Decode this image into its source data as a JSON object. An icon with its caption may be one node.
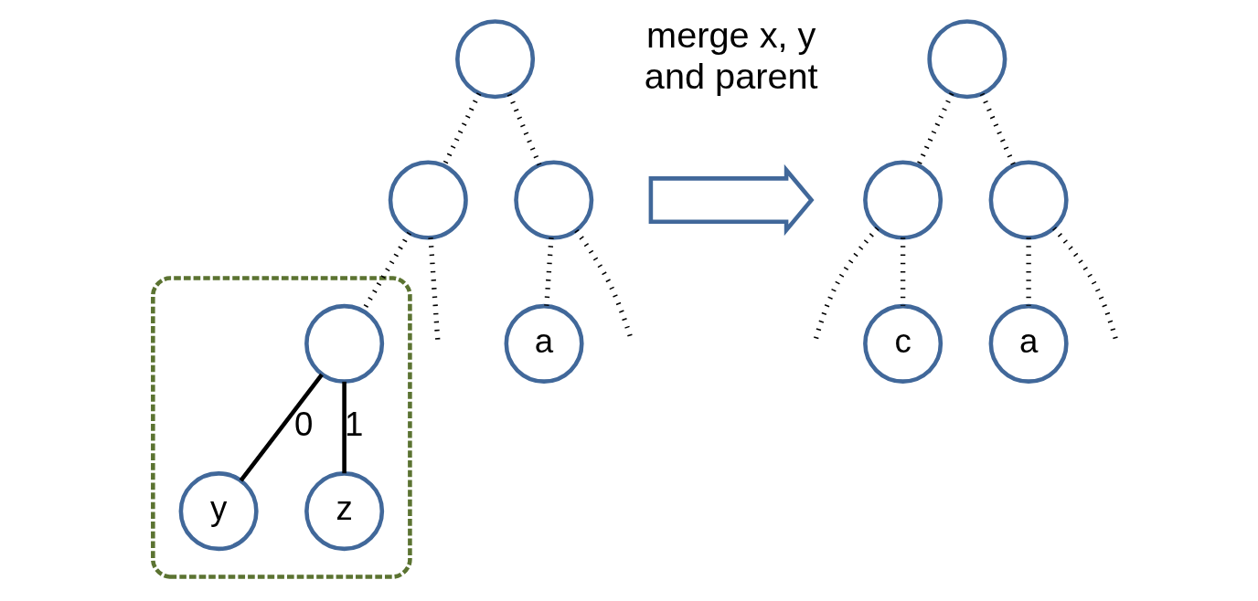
{
  "diagram": {
    "nodes": [
      {
        "text": [],
        "shape": "circle"
      },
      {
        "text": [],
        "shape": "circle"
      },
      {
        "text": [],
        "shape": "circle"
      },
      {
        "text": [
          "a"
        ]
      },
      {
        "text": [],
        "shape": "box"
      },
      {
        "text": [],
        "shape": "circle",
        "in": 4
      },
      {
        "text": [
          "y"
        ],
        "in": 4
      },
      {
        "text": [
          "z"
        ],
        "in": 4
      },
      {
        "text": [],
        "shape": "arrow"
      },
      {
        "text": [],
        "shape": "circle"
      },
      {
        "text": [],
        "shape": "circle"
      },
      {
        "text": [],
        "shape": "circle"
      },
      {
        "text": [
          "a"
        ]
      },
      {
        "text": [
          "c"
        ]
      }
    ],
    "edges": [
      {
        "from": 0,
        "to": 1,
        "arrow": "none",
        "style": "dashed"
      },
      {
        "from": 0,
        "to": 2,
        "arrow": "none",
        "style": "dashed"
      },
      {
        "from": 1,
        "to": 3,
        "arrow": "none",
        "style": "dashed"
      },
      {
        "from": 1,
        "to": null,
        "arrow": "none",
        "style": "dashed"
      },
      {
        "from": 2,
        "to": null,
        "arrow": "none",
        "style": "dashed"
      },
      {
        "from": 2,
        "to": 5,
        "arrow": "none",
        "style": "dashed"
      },
      {
        "from": 5,
        "to": 6,
        "arrow": "none",
        "label": "0"
      },
      {
        "from": 5,
        "to": 7,
        "arrow": "none",
        "label": "1"
      },
      {
        "from": 9,
        "to": 10,
        "arrow": "none",
        "style": "dashed"
      },
      {
        "from": 9,
        "to": 11,
        "arrow": "none",
        "style": "dashed"
      },
      {
        "from": 10,
        "to": 12,
        "arrow": "none",
        "style": "dashed"
      },
      {
        "from": 10,
        "to": null,
        "arrow": "none",
        "style": "dashed"
      },
      {
        "from": 11,
        "to": null,
        "arrow": "none",
        "style": "dashed"
      },
      {
        "from": 11,
        "to": 13,
        "arrow": "none",
        "style": "dashed"
      }
    ],
    "labels": [
      "merge x, y and parent"
    ]
  }
}
